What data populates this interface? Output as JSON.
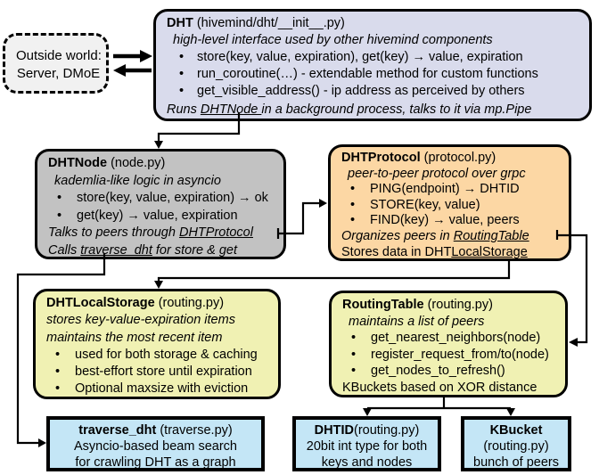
{
  "glyphs": {
    "bullet": "•"
  },
  "colors": {
    "dht_fill": "#d9dbec",
    "node_fill": "#c2c2c2",
    "protocol_fill": "#fcd7a4",
    "storage_fill": "#f0f1b3",
    "routing_fill": "#f0f1b3",
    "bottom_fill": "#c4e6f6",
    "outside_fill": "#f1f1f1"
  },
  "outside_world": {
    "line1": "Outside world:",
    "line2": "Server, DMoE"
  },
  "dht": {
    "title": "DHT",
    "file": " (hivemind/dht/__init__.py)",
    "subtitle": "high-level interface used by other hivemind components",
    "bullets": [
      "store(key, value, expiration), get(key) → value, expiration",
      "run_coroutine(…) - extendable method for custom functions",
      "get_visible_address() - ip address as perceived by others"
    ],
    "footer_pre": "Runs ",
    "footer_underline": "DHTNode ",
    "footer_post": "in a background process, talks to it via mp.Pipe"
  },
  "dht_node": {
    "title": "DHTNode",
    "file": " (node.py)",
    "subtitle": "kademlia-like logic in asyncio",
    "bullets": [
      "store(key, value, expiration) → ok",
      "get(key) → value, expiration"
    ],
    "footer1_pre": "Talks to peers through ",
    "footer1_underline": "DHTProtocol",
    "footer2_pre": "Calls ",
    "footer2_underline": "traverse_dht",
    "footer2_post": " for store & get"
  },
  "dht_protocol": {
    "title": "DHTProtocol",
    "file": " (protocol.py)",
    "subtitle": "peer-to-peer protocol over grpc",
    "bullets": [
      "PING(endpoint) → DHTID",
      "STORE(key, value)",
      "FIND(key) → value, peers"
    ],
    "footer1_pre": "Organizes peers in ",
    "footer1_underline": "RoutingTable",
    "footer2_pre": "Stores data in DHT",
    "footer2_underline": "LocalStorage"
  },
  "local_storage": {
    "title": "DHTLocalStorage",
    "file": " (routing.py)",
    "subtitle1": "stores key-value-expiration items",
    "subtitle2": "maintains the most recent item",
    "bullets": [
      "used for both storage & caching",
      "best-effort store until expiration",
      "Optional maxsize with eviction"
    ]
  },
  "routing_table": {
    "title": "RoutingTable",
    "file": " (routing.py)",
    "subtitle": "maintains a list of peers",
    "bullets": [
      "get_nearest_neighbors(node)",
      "register_request_from/to(node)",
      "get_nodes_to_refresh()"
    ],
    "footer": "KBuckets based on XOR distance"
  },
  "traverse_dht": {
    "title": "traverse_dht",
    "file": " (traverse.py)",
    "line1": "Asyncio-based beam search",
    "line2": "for crawling DHT as a graph"
  },
  "dhtid": {
    "title": "DHTID",
    "file": "(routing.py)",
    "line1": "20bit int type for both",
    "line2": "keys and nodes"
  },
  "kbucket": {
    "title": "KBucket",
    "file": "(routing.py)",
    "line1": "bunch of peers"
  }
}
